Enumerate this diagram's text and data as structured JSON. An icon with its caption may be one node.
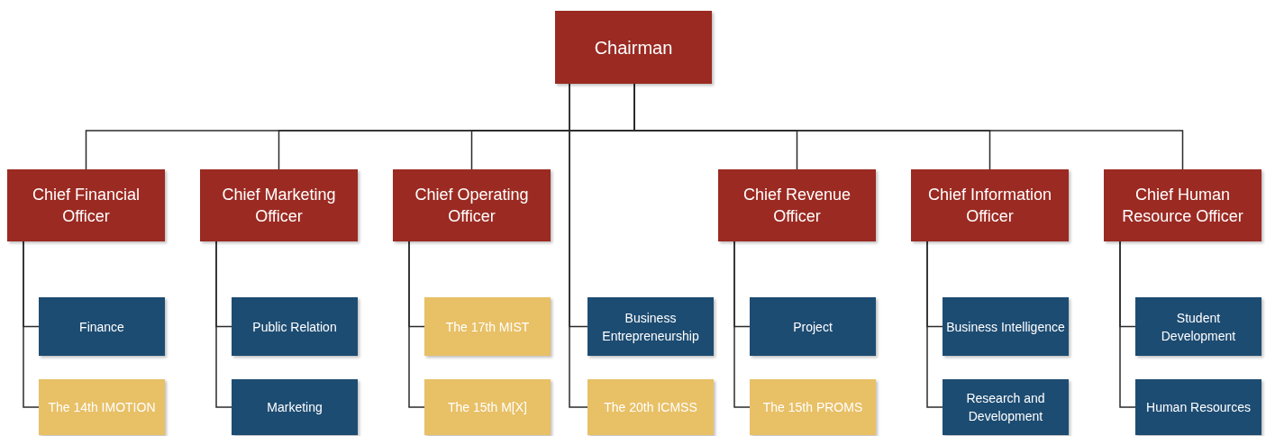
{
  "diagram": {
    "nodes": [
      {
        "text": [
          "Chairman"
        ]
      },
      {
        "text": [
          "Chief Financial Officer"
        ]
      },
      {
        "text": [
          "Chief Marketing Officer"
        ]
      },
      {
        "text": [
          "Chief Operating Officer"
        ]
      },
      {
        "text": [
          "Chief Revenue Officer"
        ]
      },
      {
        "text": [
          "Chief Information Officer"
        ]
      },
      {
        "text": [
          "Chief Human Resource Officer"
        ]
      },
      {
        "text": [
          "Finance"
        ]
      },
      {
        "text": [
          "Public Relation"
        ]
      },
      {
        "text": [
          "The 17th MIST"
        ]
      },
      {
        "text": [
          "Business Entrepreneurship"
        ]
      },
      {
        "text": [
          "Project"
        ]
      },
      {
        "text": [
          "Business Intelligence"
        ]
      },
      {
        "text": [
          "Student Development"
        ]
      },
      {
        "text": [
          "The 14th IMOTION"
        ]
      },
      {
        "text": [
          "Marketing"
        ]
      },
      {
        "text": [
          "The 15th M[X]"
        ]
      },
      {
        "text": [
          "The 20th ICMSS"
        ]
      },
      {
        "text": [
          "The 15th PROMS"
        ]
      },
      {
        "text": [
          "Research and Development"
        ]
      },
      {
        "text": [
          "Human Resources"
        ]
      }
    ],
    "edges": [
      {
        "from": 0,
        "to": 1,
        "arrow": "none"
      },
      {
        "from": 0,
        "to": 2,
        "arrow": "none"
      },
      {
        "from": 0,
        "to": 3,
        "arrow": "none"
      },
      {
        "from": 0,
        "to": 4,
        "arrow": "none"
      },
      {
        "from": 0,
        "to": 5,
        "arrow": "none"
      },
      {
        "from": 0,
        "to": 6,
        "arrow": "none"
      },
      {
        "from": 0,
        "to": 10,
        "arrow": "none"
      },
      {
        "from": 0,
        "to": 17,
        "arrow": "none"
      },
      {
        "from": 1,
        "to": 7,
        "arrow": "none"
      },
      {
        "from": 1,
        "to": 14,
        "arrow": "none"
      },
      {
        "from": 2,
        "to": 8,
        "arrow": "none"
      },
      {
        "from": 2,
        "to": 15,
        "arrow": "none"
      },
      {
        "from": 3,
        "to": 9,
        "arrow": "none"
      },
      {
        "from": 3,
        "to": 16,
        "arrow": "none"
      },
      {
        "from": 4,
        "to": 11,
        "arrow": "none"
      },
      {
        "from": 4,
        "to": 18,
        "arrow": "none"
      },
      {
        "from": 5,
        "to": 12,
        "arrow": "none"
      },
      {
        "from": 5,
        "to": 19,
        "arrow": "none"
      },
      {
        "from": 6,
        "to": 13,
        "arrow": "none"
      },
      {
        "from": 6,
        "to": 20,
        "arrow": "none"
      }
    ]
  }
}
